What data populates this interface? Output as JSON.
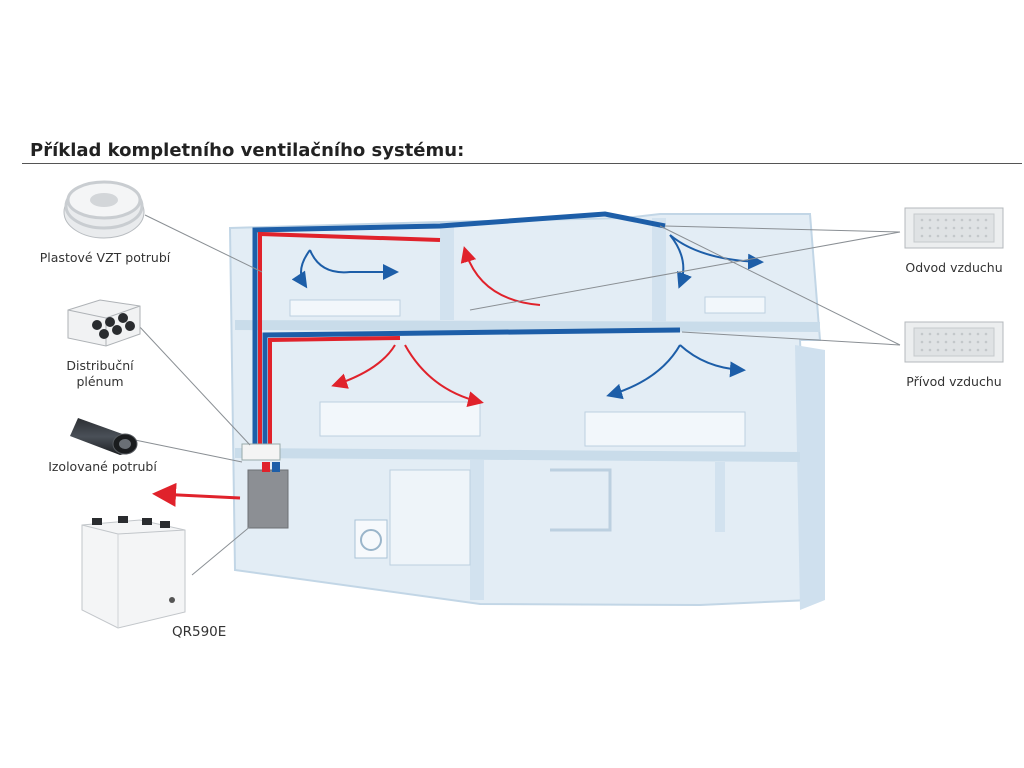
{
  "title": "Příklad kompletního ventilačního systému:",
  "components": {
    "plastic_duct": "Plastové VZT potrubí",
    "plenum_line1": "Distribuční",
    "plenum_line2": "plénum",
    "insulated_duct": "Izolované potrubí",
    "unit": "QR590E",
    "exhaust_vent": "Odvod vzduchu",
    "supply_vent": "Přívod vzduchu"
  },
  "colors": {
    "supply_duct": "#e0222b",
    "exhaust_duct": "#1d5ea8",
    "house": "#dfeaf3",
    "house_edge": "#c7d9e8"
  }
}
